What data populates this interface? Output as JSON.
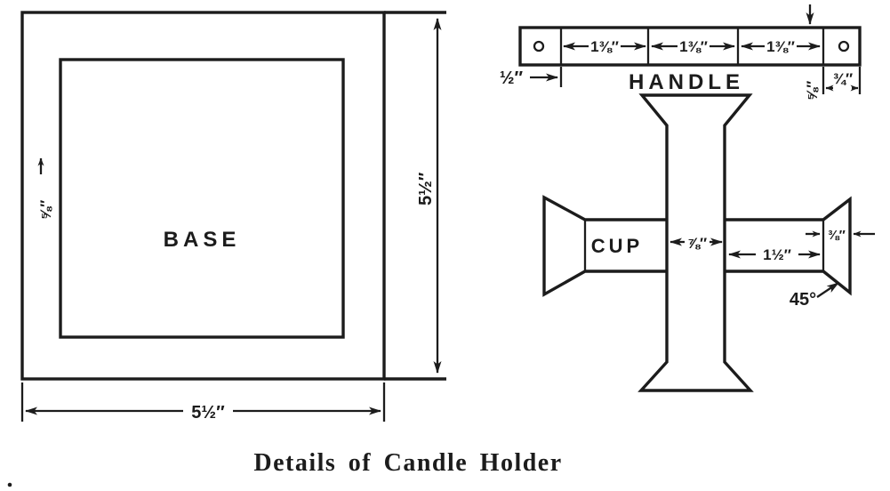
{
  "figure": {
    "caption": "Details of Candle Holder"
  },
  "base": {
    "label": "BASE",
    "inset_dim": "⅝″",
    "height_dim": "5½″",
    "width_dim": "5½″"
  },
  "handle": {
    "label": "HANDLE",
    "left_end_dim": "½″",
    "segment_dims": [
      "1⅜″",
      "1⅜″",
      "1⅜″"
    ],
    "thickness_dim": "⅝″",
    "right_end_dim": "¾″"
  },
  "cup": {
    "label": "CUP",
    "stem_width_dim": "⅞″",
    "arm_length_dim": "1½″",
    "tip_dim": "⅜″",
    "bevel_angle": "45°"
  },
  "colors": {
    "ink": "#1c1c1c",
    "paper": "#ffffff"
  }
}
